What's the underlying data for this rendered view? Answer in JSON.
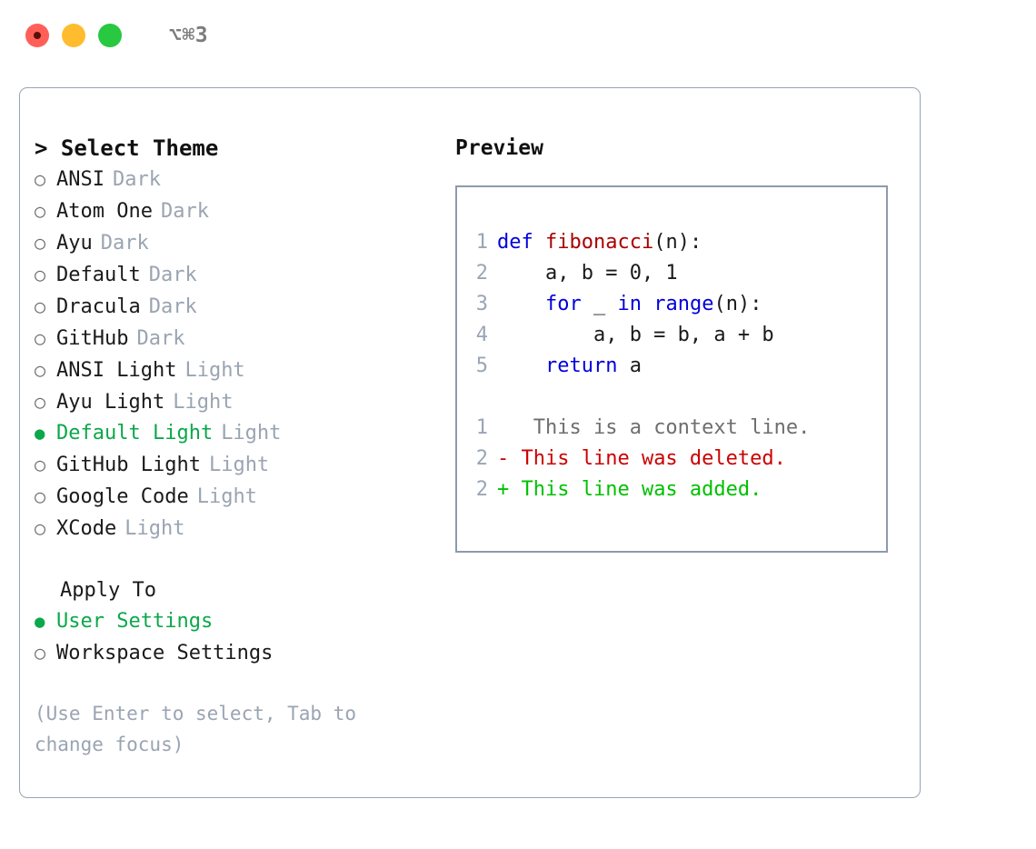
{
  "window": {
    "title": "⌥⌘3",
    "lights": [
      {
        "name": "close",
        "color": "#ff5f57"
      },
      {
        "name": "minimize",
        "color": "#febc2e"
      },
      {
        "name": "zoom",
        "color": "#28c840"
      }
    ]
  },
  "theme_panel": {
    "heading": "> Select Theme",
    "selected_bullet": "●",
    "unselected_bullet": "○",
    "accent_color": "#0aa84a",
    "items": [
      {
        "label": "ANSI",
        "tag": "Dark",
        "selected": false
      },
      {
        "label": "Atom One",
        "tag": "Dark",
        "selected": false
      },
      {
        "label": "Ayu",
        "tag": "Dark",
        "selected": false
      },
      {
        "label": "Default",
        "tag": "Dark",
        "selected": false
      },
      {
        "label": "Dracula",
        "tag": "Dark",
        "selected": false
      },
      {
        "label": "GitHub",
        "tag": "Dark",
        "selected": false
      },
      {
        "label": "ANSI Light",
        "tag": "Light",
        "selected": false
      },
      {
        "label": "Ayu Light",
        "tag": "Light",
        "selected": false
      },
      {
        "label": "Default Light",
        "tag": "Light",
        "selected": true
      },
      {
        "label": "GitHub Light",
        "tag": "Light",
        "selected": false
      },
      {
        "label": "Google Code",
        "tag": "Light",
        "selected": false
      },
      {
        "label": "XCode",
        "tag": "Light",
        "selected": false
      }
    ]
  },
  "apply_to": {
    "heading": "Apply To",
    "items": [
      {
        "label": "User Settings",
        "selected": true
      },
      {
        "label": "Workspace Settings",
        "selected": false
      }
    ]
  },
  "hint": "(Use Enter to select, Tab to change focus)",
  "preview": {
    "heading": "Preview",
    "code_lines": [
      {
        "no": "1",
        "tokens": [
          {
            "t": "def",
            "c": "kw"
          },
          {
            "t": " ",
            "c": "pun"
          },
          {
            "t": "fibonacci",
            "c": "fn"
          },
          {
            "t": "(n):",
            "c": "pun"
          }
        ]
      },
      {
        "no": "2",
        "tokens": [
          {
            "t": "    a, b = 0, 1",
            "c": "pun"
          }
        ]
      },
      {
        "no": "3",
        "tokens": [
          {
            "t": "    ",
            "c": "pun"
          },
          {
            "t": "for",
            "c": "kw"
          },
          {
            "t": " _ ",
            "c": "pun"
          },
          {
            "t": "in",
            "c": "kw"
          },
          {
            "t": " ",
            "c": "pun"
          },
          {
            "t": "range",
            "c": "kw"
          },
          {
            "t": "(n):",
            "c": "pun"
          }
        ]
      },
      {
        "no": "4",
        "tokens": [
          {
            "t": "        a, b = b, a + b",
            "c": "pun"
          }
        ]
      },
      {
        "no": "5",
        "tokens": [
          {
            "t": "    ",
            "c": "pun"
          },
          {
            "t": "return",
            "c": "kw"
          },
          {
            "t": " a",
            "c": "pun"
          }
        ]
      }
    ],
    "diff_lines": [
      {
        "no": "1",
        "marker": " ",
        "text": "  This is a context line.",
        "kind": "ctx"
      },
      {
        "no": "2",
        "marker": "-",
        "text": " This line was deleted.",
        "kind": "del"
      },
      {
        "no": "2",
        "marker": "+",
        "text": " This line was added.",
        "kind": "add"
      }
    ]
  },
  "colors": {
    "keyword": "#0000dd",
    "function": "#aa0000",
    "lineno": "#9aa5b5",
    "diff_context": "#6e6e6e",
    "diff_deleted": "#cc0000",
    "diff_added": "#00c000",
    "muted": "#9aa4b2",
    "border": "#9aa4b2"
  }
}
